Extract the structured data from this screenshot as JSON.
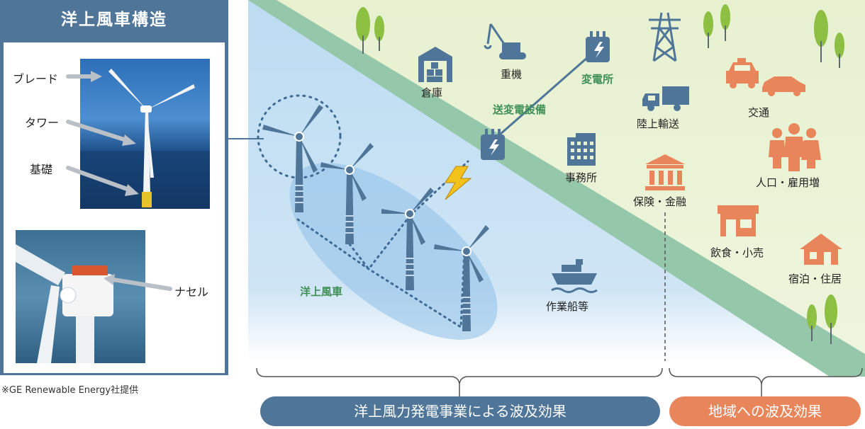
{
  "structure": {
    "title": "洋上風車構造",
    "labels": {
      "blade": "ブレード",
      "tower": "タワー",
      "foundation": "基礎",
      "nacelle": "ナセル"
    },
    "credit": "※GE Renewable Energy社提供"
  },
  "offshore": {
    "windfarm": "洋上風車",
    "transmission": "送変電設備",
    "substation": "変電所",
    "workboat": "作業船等",
    "office": "事務所",
    "warehouse": "倉庫",
    "machinery": "重機"
  },
  "land": {
    "transport": "陸上輸送",
    "traffic": "交通",
    "population": "人口・雇用増",
    "finance": "保険・金融",
    "food_retail": "飲食・小売",
    "lodging": "宿泊・住居"
  },
  "footer": {
    "industry_effect": "洋上風力発電事業による波及効果",
    "regional_effect": "地域への波及効果"
  },
  "colors": {
    "panel": "#4f7598",
    "sea": "#bfdcf0",
    "land": "#e8f2d2",
    "band": "#95c8aa",
    "icon_blue": "#4f7598",
    "icon_orange": "#e8855a",
    "label_green": "#3f8f56",
    "pill_blue": "#4f7598",
    "pill_orange": "#e8855a"
  }
}
